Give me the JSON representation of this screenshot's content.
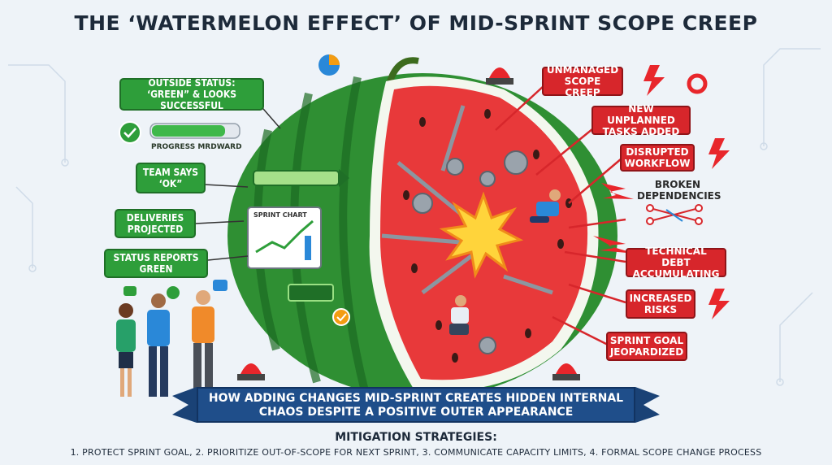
{
  "title": "THE ‘WATERMELON EFFECT’ OF MID-SPRINT SCOPE CREEP",
  "left": {
    "outside_status": "OUTSIDE STATUS: ‘GREEN” & LOOKS SUCCESSFUL",
    "progress_label": "PROGRESS MRDWARD",
    "progress_fraction": 0.85,
    "team_says": "TEAM SAYS ‘OK”",
    "deliveries": "DELIVERIES PROJECTED",
    "status_reports": "STATUS REPORTS GREEN",
    "sprint_chart_label": "SPRINT CHART"
  },
  "right": {
    "unmanaged": "UNMANAGED SCOPE CREEP",
    "new_tasks": "NEW UNPLANNED TASKS ADDED",
    "disrupted": "DISRUPTED WORKFLOW",
    "broken": "BROKEN DEPENDENCIES",
    "tech_debt": "TECHNICAL DEBT ACCUMULATING",
    "risks": "INCREASED RISKS",
    "goal": "SPRINT GOAL JEOPARDIZED"
  },
  "banner": {
    "line1": "HOW ADDING CHANGES MID-SPRINT CREATES HIDDEN INTERNAL",
    "line2": "CHAOS DESPITE A POSITIVE OUTER APPEARANCE"
  },
  "mitigation": {
    "title": "MITIGATION STRATEGIES:",
    "text": "1. PROTECT SPRINT GOAL, 2. PRIORITIZE OUT-OF-SCOPE FOR NEXT SPRINT, 3. COMMUNICATE CAPACITY LIMITS, 4. FORMAL SCOPE CHANGE PROCESS"
  },
  "colors": {
    "green": "#2e9e3a",
    "red": "#d7262b",
    "navy": "#1f4e8a",
    "rind": "#3aa13c",
    "flesh": "#e8393a"
  }
}
